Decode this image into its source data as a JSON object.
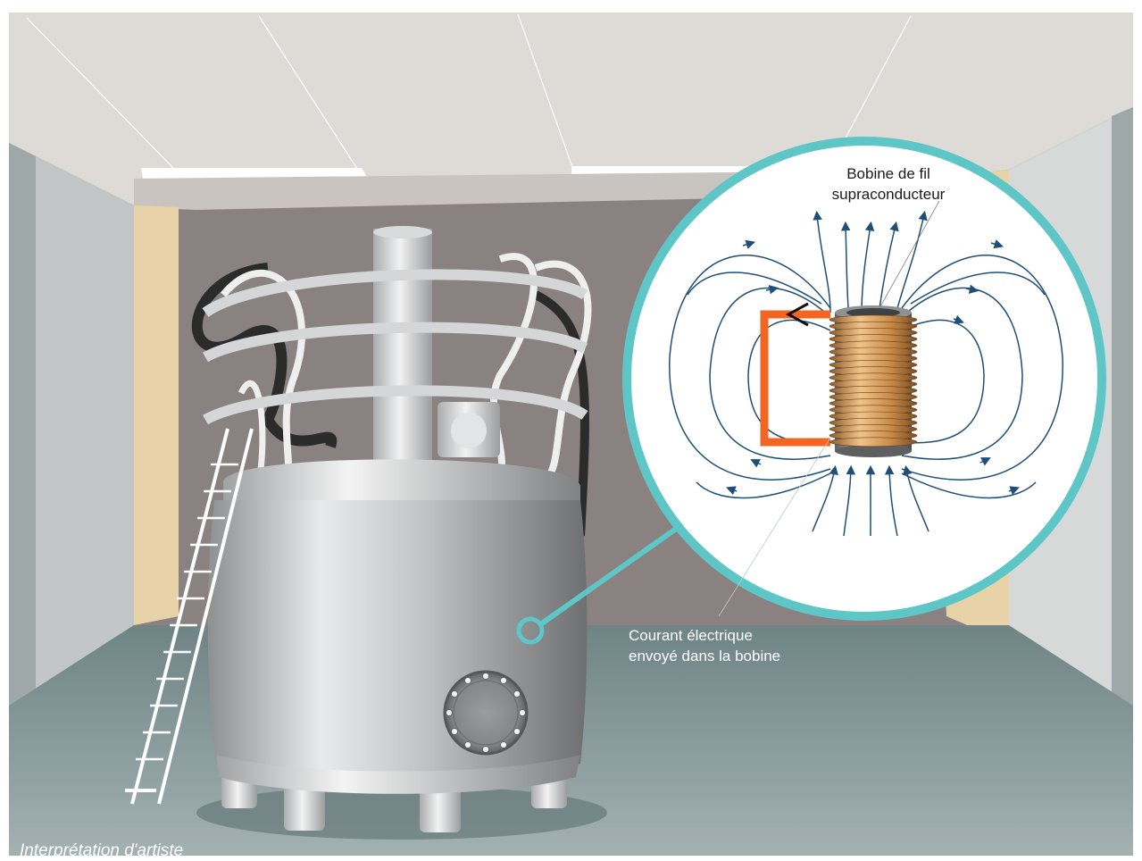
{
  "labels": {
    "coil_line1": "Bobine de fil",
    "coil_line2": "supraconducteur",
    "current_line1": "Courant électrique",
    "current_line2": "envoyé dans la bobine",
    "caption": "Interprétation d'artiste"
  },
  "colors": {
    "ring": "#5ec6c6",
    "field_lines": "#1f4e79",
    "circuit": "#f26522",
    "floor": "#7c9293",
    "back_wall": "#8a8280",
    "ceiling": "#dedad6",
    "tank": "#b9bbbc"
  }
}
